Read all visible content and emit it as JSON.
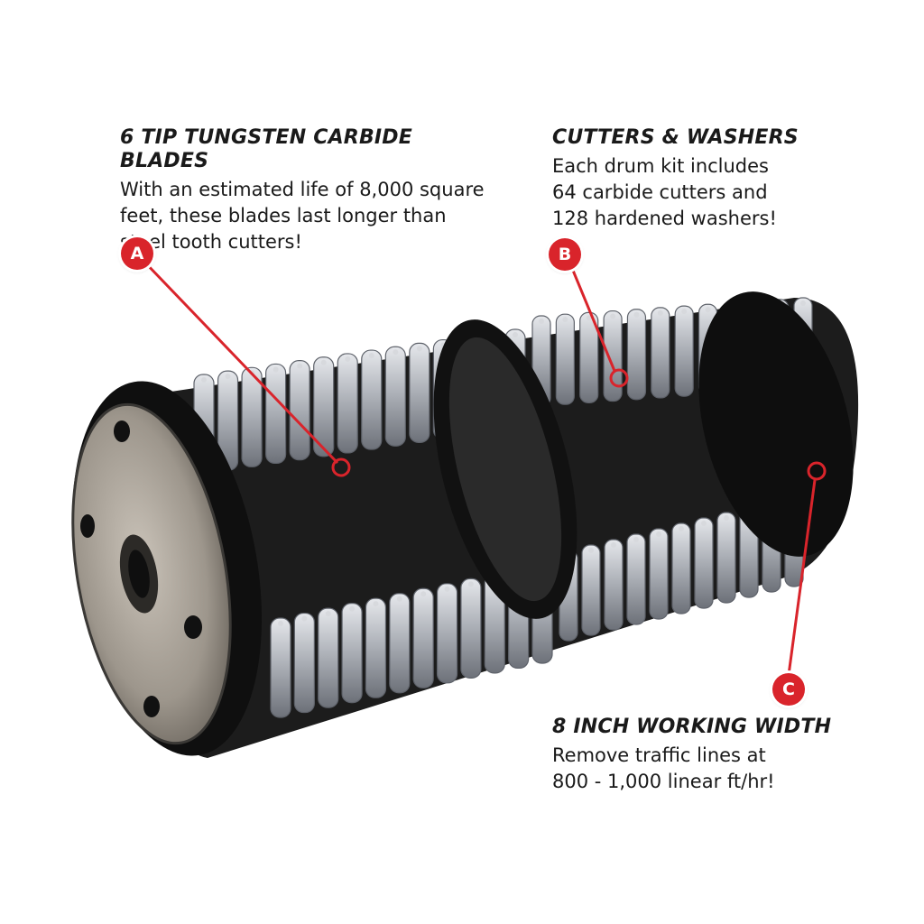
{
  "callouts": {
    "a": {
      "marker": "A",
      "title": "6 TIP TUNGSTEN CARBIDE BLADES",
      "lines": [
        "With an estimated life of 8,000 square",
        "feet, these blades last longer than",
        "steel tooth cutters!"
      ]
    },
    "b": {
      "marker": "B",
      "title": "CUTTERS & WASHERS",
      "lines": [
        "Each drum kit includes",
        "64 carbide cutters and",
        "128 hardened washers!"
      ]
    },
    "c": {
      "marker": "C",
      "title": "8 INCH WORKING WIDTH",
      "lines": [
        "Remove traffic lines at",
        "800 - 1,000 linear ft/hr!"
      ]
    }
  },
  "colors": {
    "marker_red": "#d9242b",
    "text": "#1a1a1a",
    "steel": "#b9bcc2",
    "flange_black": "#111111",
    "plate": "#a8a097"
  },
  "icons": {
    "product": "scarifier-drum-image",
    "markers": "lettered-red-circle-icon"
  }
}
